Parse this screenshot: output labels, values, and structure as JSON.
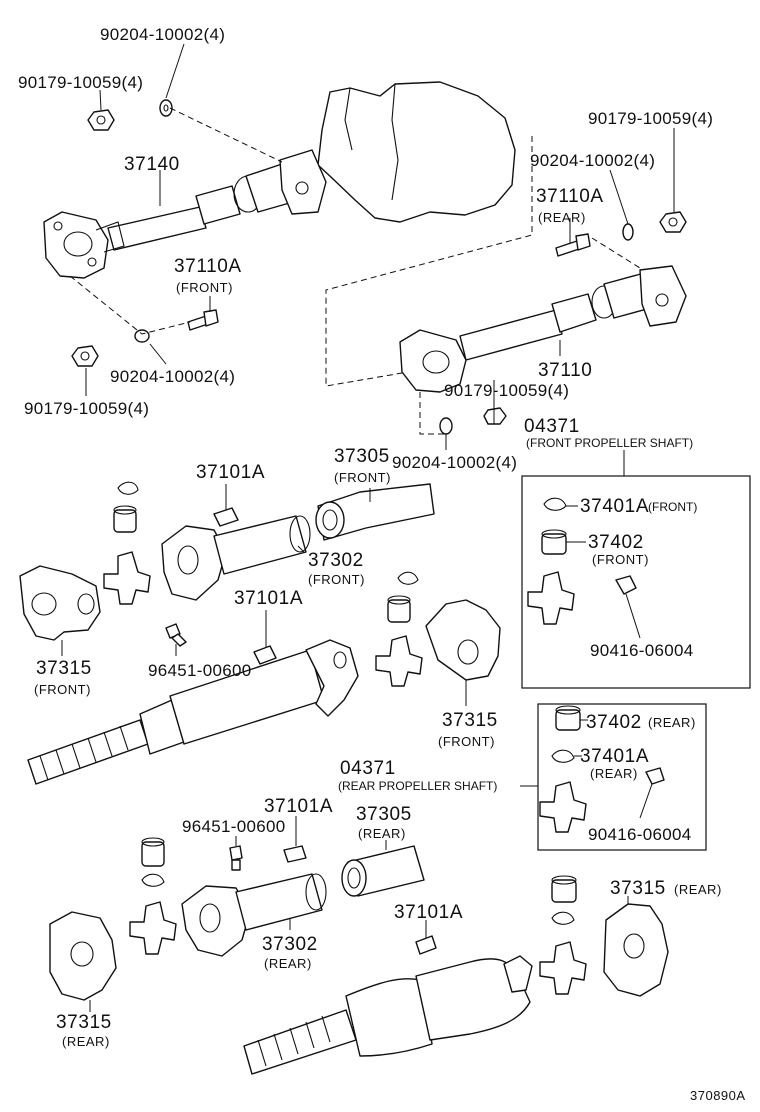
{
  "labels": {
    "p90204_a": "90204-10002(4)",
    "p90179_a": "90179-10059(4)",
    "p90179_b": "90179-10059(4)",
    "p37140": "37140",
    "p90204_b": "90204-10002(4)",
    "p37110a_rear": "37110A",
    "rear_1": "(REAR)",
    "p37110a_front": "37110A",
    "front_1": "(FRONT)",
    "p90204_c": "90204-10002(4)",
    "p90179_c": "90179-10059(4)",
    "p37110": "37110",
    "p90179_d": "90179-10059(4)",
    "p90204_d": "90204-10002(4)",
    "p04371_front": "04371",
    "front_prop": "(FRONT PROPELLER SHAFT)",
    "p37305_front": "37305",
    "front_2": "(FRONT)",
    "p37101a_1": "37101A",
    "p37401a_front": "37401A",
    "front_small": "(FRONT)",
    "p37402_front": "37402",
    "front_3": "(FRONT)",
    "p37302_front": "37302",
    "front_4": "(FRONT)",
    "p37101a_2": "37101A",
    "p90416_a": "90416-06004",
    "p37315_front_a": "37315",
    "front_5": "(FRONT)",
    "p96451_a": "96451-00600",
    "p37315_front_b": "37315",
    "front_6": "(FRONT)",
    "p37402_rear": "37402",
    "rear_small_a": "(REAR)",
    "p37401a_rear": "37401A",
    "rear_2": "(REAR)",
    "p04371_rear": "04371",
    "rear_prop": "(REAR PROPELLER SHAFT)",
    "p90416_b": "90416-06004",
    "p37101a_3": "37101A",
    "p96451_b": "96451-00600",
    "p37305_rear": "37305",
    "rear_3": "(REAR)",
    "p37315_rear_a": "37315",
    "rear_small_b": "(REAR)",
    "p37101a_4": "37101A",
    "p37302_rear": "37302",
    "rear_4": "(REAR)",
    "p37315_rear_b": "37315",
    "rear_5": "(REAR)",
    "figure_id": "370890A"
  }
}
